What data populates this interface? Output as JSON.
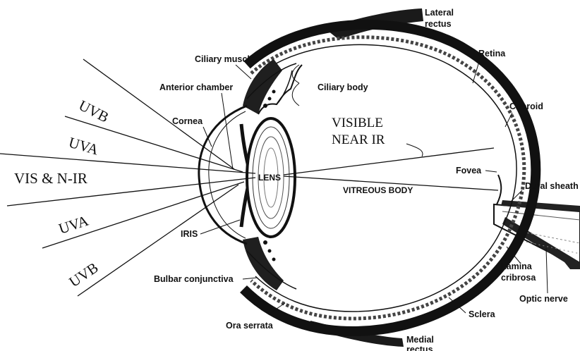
{
  "labels": {
    "lateral_rectus": [
      "Lateral",
      "rectus"
    ],
    "medial_rectus": [
      "Medial",
      "rectus"
    ],
    "ciliary_muscle": "Ciliary muscle",
    "anterior_chamber": "Anterior chamber",
    "ciliary_body": "Ciliary body",
    "retina": "Retina",
    "choroid": "Choroid",
    "cornea": "Cornea",
    "lens": "LENS",
    "fovea": "Fovea",
    "vitreous_body": "VITREOUS BODY",
    "dural_sheath": "Dural sheath",
    "iris": "IRIS",
    "lamina_cribrosa": [
      "Lamina",
      "cribrosa"
    ],
    "optic_nerve": "Optic nerve",
    "bulbar_conjunctiva": "Bulbar conjunctiva",
    "ora_serrata": "Ora serrata",
    "sclera": "Sclera",
    "visible_near_ir": [
      "VISIBLE",
      "NEAR IR"
    ]
  },
  "radiation": [
    "UVB",
    "UVA",
    "VIS & N-IR",
    "UVA",
    "UVB"
  ]
}
